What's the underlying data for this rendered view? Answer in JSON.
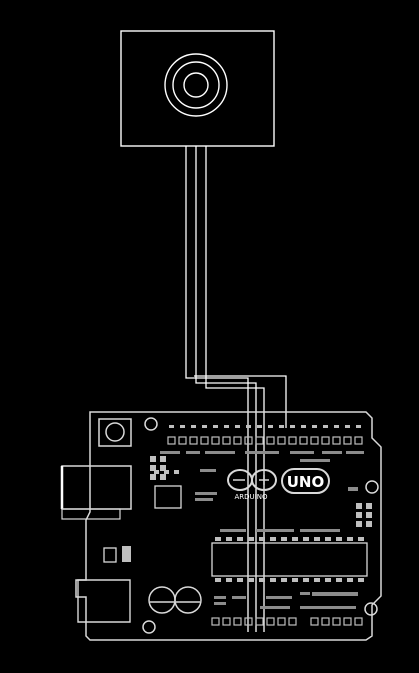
{
  "colors": {
    "background": "#000000",
    "line": "#ffffff",
    "board_stroke": "#d9d9d9",
    "silkscreen": "#bfbfbf"
  },
  "sensor_module": {
    "icon": "sensor-disc-icon",
    "wire_count": 3
  },
  "board": {
    "logo_text": "UNO",
    "brand_text": "ARDUINO",
    "icon": "infinity-logo-icon"
  }
}
